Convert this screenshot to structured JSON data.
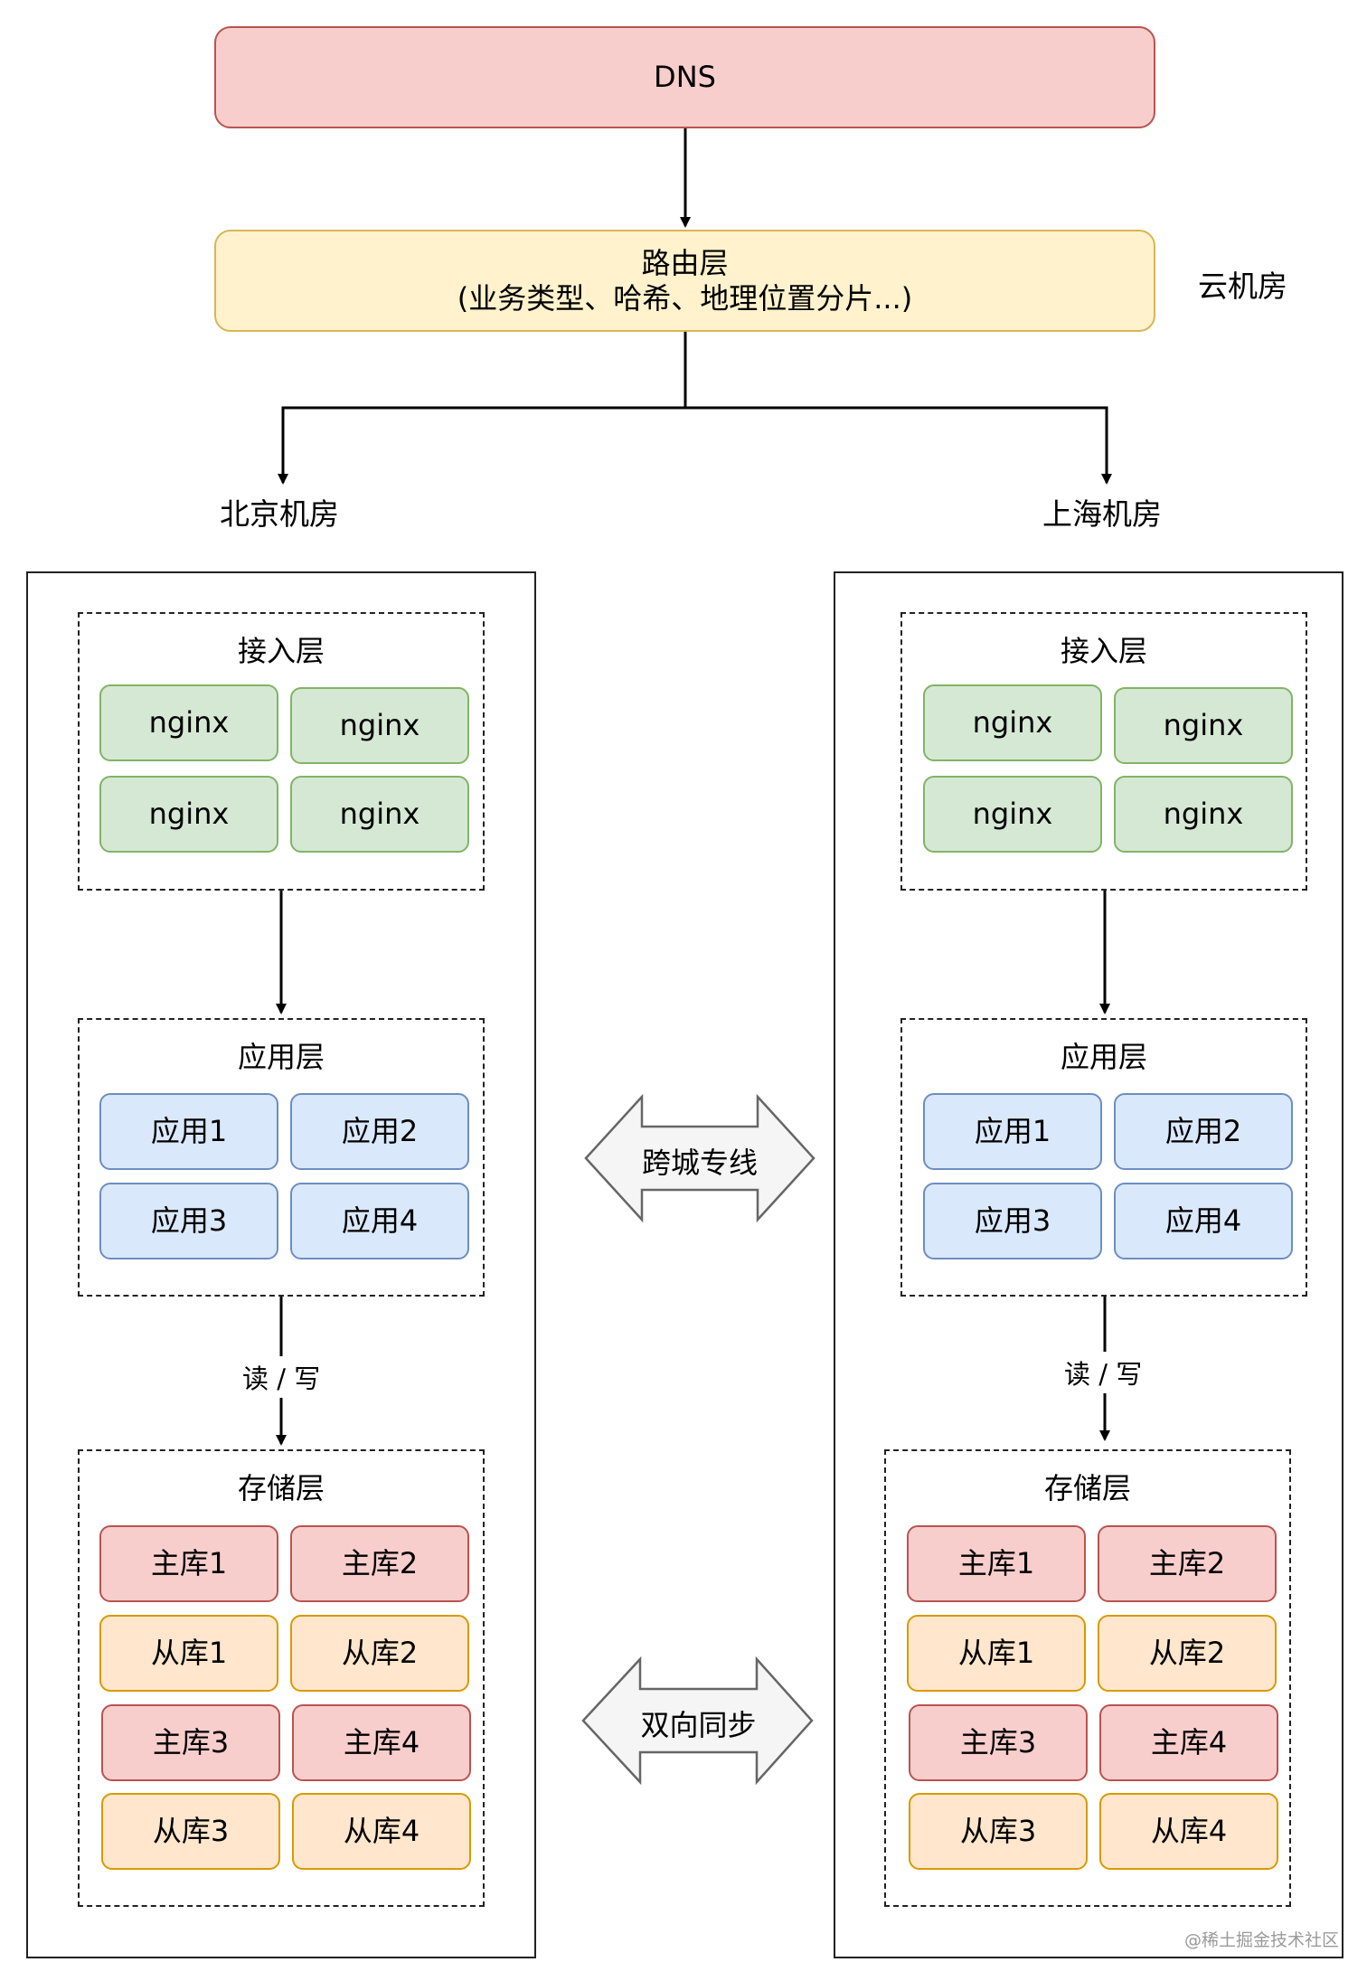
{
  "dns": {
    "label": "DNS"
  },
  "routing": {
    "title": "路由层",
    "subtitle": "(业务类型、哈希、地理位置分片...)"
  },
  "cloud_label": "云机房",
  "rooms": [
    {
      "name": "北京机房",
      "access": {
        "title": "接入层",
        "items": [
          "nginx",
          "nginx",
          "nginx",
          "nginx"
        ]
      },
      "app": {
        "title": "应用层",
        "items": [
          "应用1",
          "应用2",
          "应用3",
          "应用4"
        ]
      },
      "rw_label": "读 / 写",
      "storage": {
        "title": "存储层",
        "items": [
          "主库1",
          "主库2",
          "从库1",
          "从库2",
          "主库3",
          "主库4",
          "从库3",
          "从库4"
        ]
      }
    },
    {
      "name": "上海机房",
      "access": {
        "title": "接入层",
        "items": [
          "nginx",
          "nginx",
          "nginx",
          "nginx"
        ]
      },
      "app": {
        "title": "应用层",
        "items": [
          "应用1",
          "应用2",
          "应用3",
          "应用4"
        ]
      },
      "rw_label": "读 / 写",
      "storage": {
        "title": "存储层",
        "items": [
          "主库1",
          "主库2",
          "从库1",
          "从库2",
          "主库3",
          "主库4",
          "从库3",
          "从库4"
        ]
      }
    }
  ],
  "cross_city": "跨城专线",
  "bi_sync": "双向同步",
  "watermark": "@稀土掘金技术社区",
  "colors": {
    "dns_fill": "#f8cecc",
    "routing_fill": "#fff2cc",
    "nginx_fill": "#d5e8d4",
    "app_fill": "#dae8fc",
    "master_fill": "#f8cecc",
    "slave_fill": "#ffe6cc",
    "arrow_fill": "#f5f5f5"
  }
}
